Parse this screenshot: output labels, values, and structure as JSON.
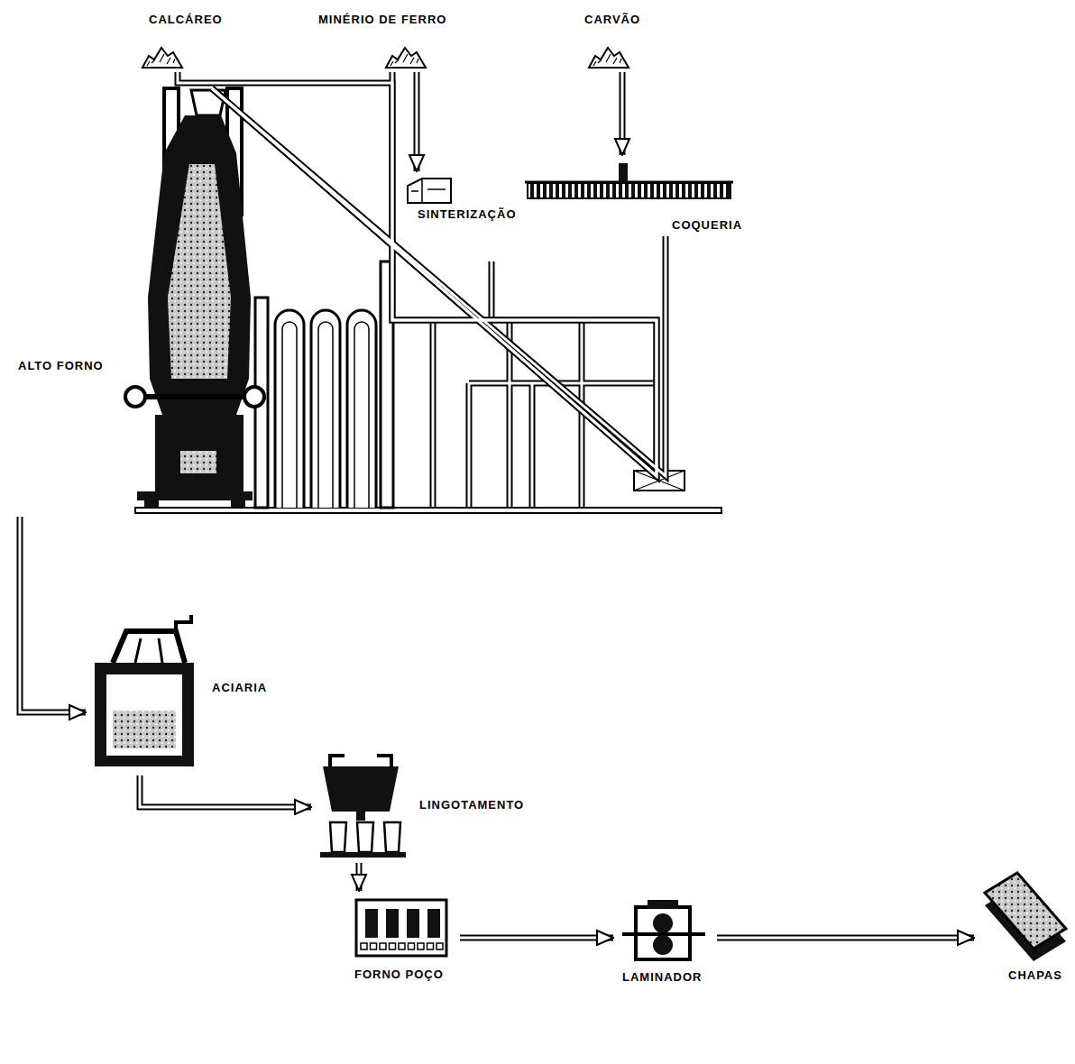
{
  "diagram": {
    "nodes": [
      {
        "text": [
          "CALCÁREO"
        ]
      },
      {
        "text": [
          "MINÉRIO DE FERRO"
        ]
      },
      {
        "text": [
          "CARVÃO"
        ]
      },
      {
        "text": [
          "SINTERIZAÇÃO"
        ]
      },
      {
        "text": [
          "COQUERIA"
        ]
      },
      {
        "text": [
          "ALTO FORNO"
        ]
      },
      {
        "text": [
          "ACIARIA"
        ]
      },
      {
        "text": [
          "LINGOTAMENTO"
        ]
      },
      {
        "text": [
          "FORNO POÇO"
        ]
      },
      {
        "text": [
          "LAMINADOR"
        ]
      },
      {
        "text": [
          "CHAPAS"
        ]
      }
    ],
    "edges": [
      {
        "from": 0,
        "to": 5,
        "arrow": "none"
      },
      {
        "from": 1,
        "to": 3,
        "arrow": "to"
      },
      {
        "from": 1,
        "to": 5,
        "arrow": "none"
      },
      {
        "from": 2,
        "to": 4,
        "arrow": "to"
      },
      {
        "from": 4,
        "to": 5,
        "arrow": "none"
      },
      {
        "from": 5,
        "to": 6,
        "arrow": "to"
      },
      {
        "from": 6,
        "to": 7,
        "arrow": "to"
      },
      {
        "from": 7,
        "to": 8,
        "arrow": "to"
      },
      {
        "from": 8,
        "to": 9,
        "arrow": "to"
      },
      {
        "from": 9,
        "to": 10,
        "arrow": "to"
      }
    ]
  }
}
